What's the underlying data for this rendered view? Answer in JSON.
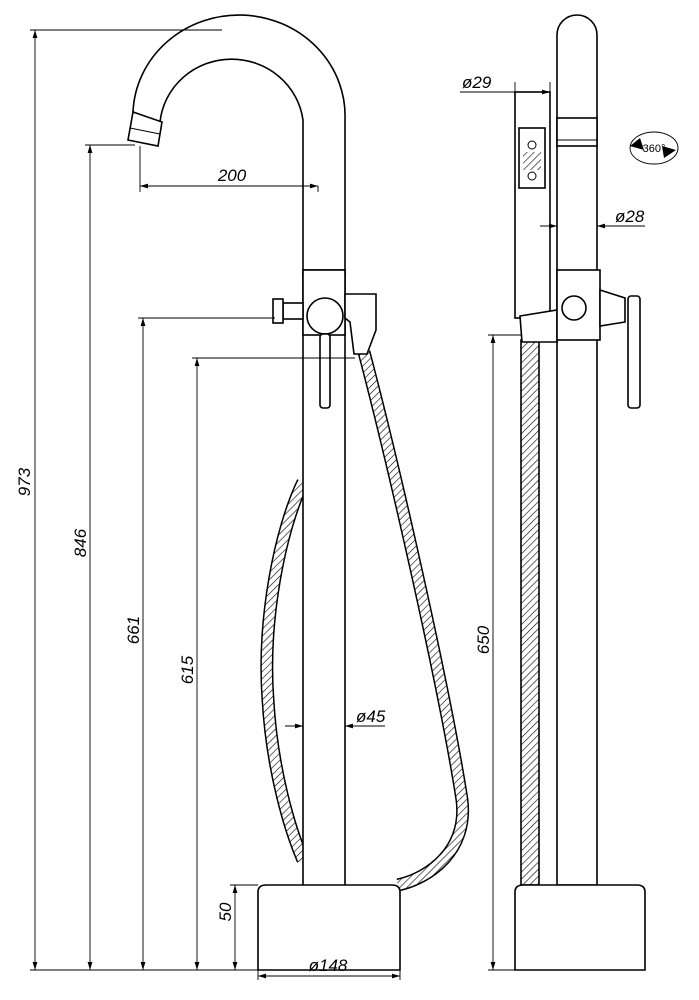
{
  "dimensions": {
    "total_height": "973",
    "spout_height": "846",
    "valve_height": "661",
    "diverter_height": "615",
    "base_height": "50",
    "spout_reach": "200",
    "pole_diameter": "ø45",
    "base_diameter": "ø148",
    "handshower_diameter": "ø29",
    "side_pole_diameter": "ø28",
    "holder_height": "650"
  },
  "rotation_label": "360°"
}
